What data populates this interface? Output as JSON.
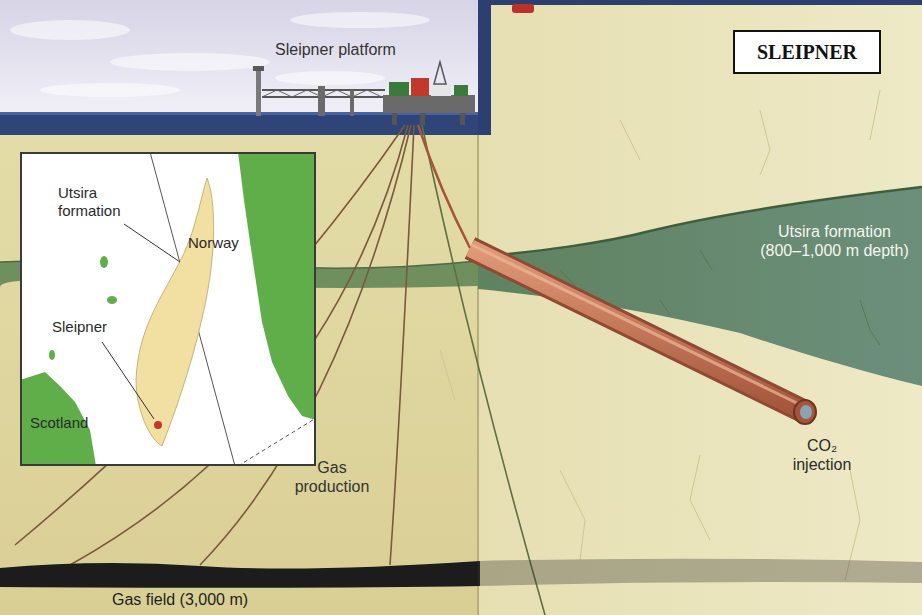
{
  "diagram": {
    "nodes": [
      {
        "text": [
          "SLEIPNER"
        ]
      },
      {
        "text": [
          "Utsira formation",
          "Norway",
          "Sleipner",
          "Scotland"
        ]
      }
    ],
    "labels": [
      "Sleipner platform",
      "Utsira formation (800–1,000 m depth)",
      "CO₂ injection",
      "Gas production",
      "Gas field (3,000 m)"
    ]
  }
}
